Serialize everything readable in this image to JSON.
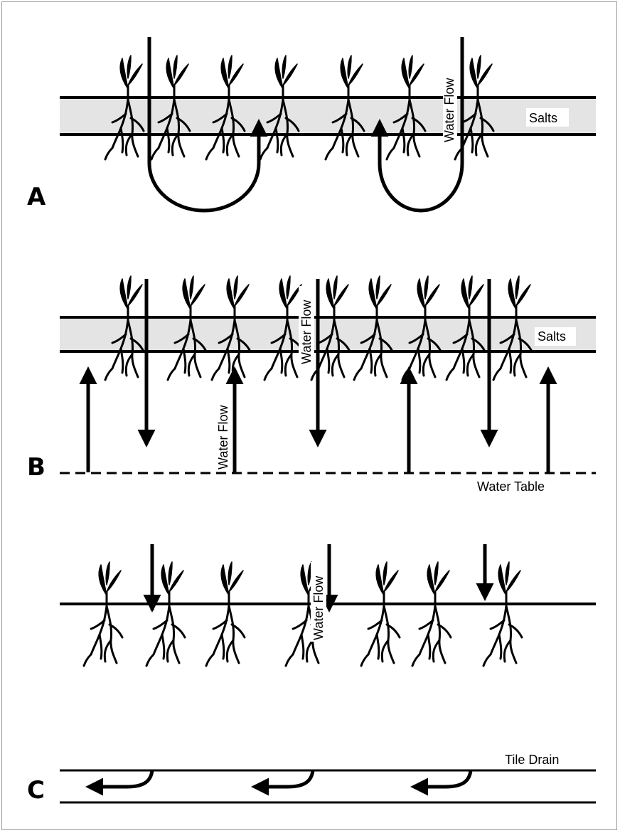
{
  "panels": [
    {
      "label": "A",
      "salts_label": "Salts",
      "flow_label": "Water Flow"
    },
    {
      "label": "B",
      "salts_label": "Salts",
      "flow_label": "Water Flow",
      "flow_label_2": "Water Flow",
      "water_table_label": "Water Table"
    },
    {
      "label": "C",
      "flow_label": "Water Flow",
      "tile_drain_label": "Tile Drain"
    }
  ],
  "colors": {
    "salt_band": "#e4e4e4",
    "ink": "#000000"
  }
}
